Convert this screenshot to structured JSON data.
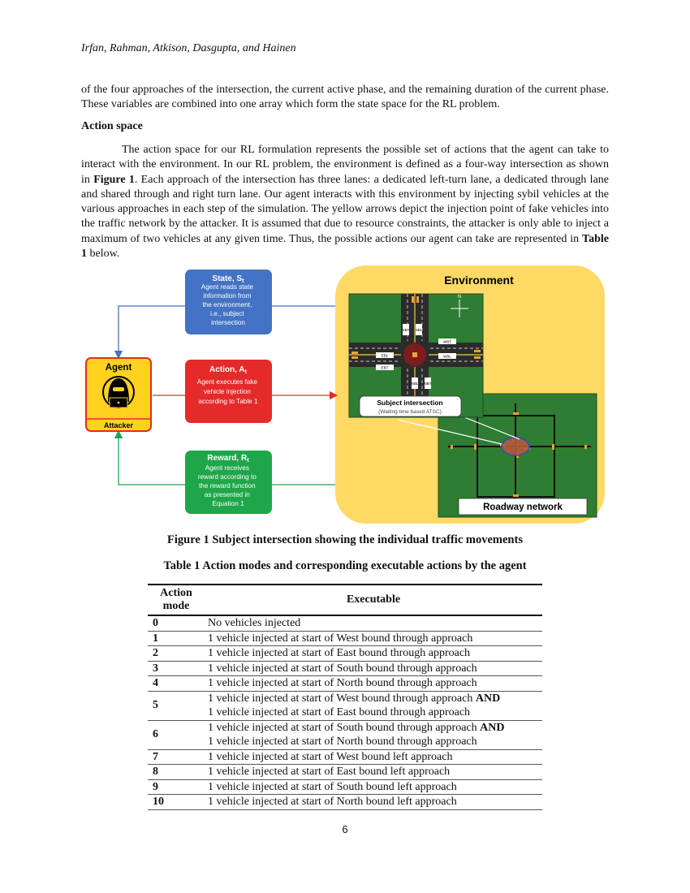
{
  "header": {
    "authors": "Irfan, Rahman, Atkison, Dasgupta, and Hainen"
  },
  "intro_paragraph": "of the four approaches of the intersection, the current active phase, and the remaining duration of the current phase. These variables are combined into one array which form the state space for the RL problem.",
  "section_heading": "Action space",
  "body_paragraph": {
    "part1": "The action space for our RL formulation represents the possible set of actions that the agent can take to interact with the environment. In our RL problem, the environment is defined as a four-way intersection as shown in ",
    "fig_ref": "Figure 1",
    "part2": ". Each approach of the intersection has three lanes: a dedicated left-turn lane, a dedicated through lane and shared through and right turn lane. Our agent interacts with this environment by injecting sybil vehicles at the various approaches in each step of the simulation. The yellow arrows depict the injection point of fake vehicles into the traffic network by the attacker. It is assumed that due to resource constraints, the attacker is only able to inject a maximum of two vehicles at any given time. Thus, the possible actions our agent can take are represented in ",
    "table_ref": "Table 1",
    "part3": " below."
  },
  "figure": {
    "state_box": {
      "title": "State, S",
      "sub": "t",
      "lines": [
        "Agent reads state",
        "information from",
        "the environment,",
        "i.e., subject",
        "intersection"
      ]
    },
    "action_box": {
      "title": "Action, A",
      "sub": "t",
      "lines": [
        "Agent executes fake",
        "vehicle injection",
        "according to Table 1"
      ]
    },
    "reward_box": {
      "title": "Reward, R",
      "sub": "t",
      "lines": [
        "Agent receives",
        "reward according to",
        "the reward function",
        "as presented in",
        "Equation 1"
      ]
    },
    "agent_box": {
      "title": "Agent",
      "footer": "Attacker"
    },
    "environment_label": "Environment",
    "subject_intersection": {
      "title": "Subject intersection",
      "subtitle": "(Waiting time based ATSC)"
    },
    "roadway_network_label": "Roadway network",
    "compass_north": "N",
    "lane_tags": [
      "SBT",
      "SBL",
      "WBT",
      "WBL",
      "EBL",
      "EBT",
      "NBL",
      "NBT"
    ],
    "colors": {
      "state": "#4472c4",
      "action": "#e52a2a",
      "reward": "#1fa64a",
      "agent": "#ffd21f",
      "environment": "#ffd966",
      "grass": "#2f7d32"
    }
  },
  "figure_caption": "Figure 1 Subject intersection showing the individual traffic movements",
  "table_caption": "Table 1 Action modes and corresponding executable actions by the agent",
  "table": {
    "headers": {
      "mode": "Action mode",
      "executable": "Executable"
    },
    "rows": [
      {
        "mode": "0",
        "lines": [
          "No vehicles injected"
        ]
      },
      {
        "mode": "1",
        "lines": [
          "1 vehicle injected at start of West bound through approach"
        ]
      },
      {
        "mode": "2",
        "lines": [
          "1 vehicle injected at start of East bound through approach"
        ]
      },
      {
        "mode": "3",
        "lines": [
          "1 vehicle injected at start of South bound through approach"
        ]
      },
      {
        "mode": "4",
        "lines": [
          "1 vehicle injected at start of North bound through approach"
        ]
      },
      {
        "mode": "5",
        "lines": [
          "1 vehicle injected at start of West bound through approach",
          "1 vehicle injected at start of East bound through approach"
        ],
        "joiner": "AND"
      },
      {
        "mode": "6",
        "lines": [
          "1 vehicle injected at start of South bound through approach",
          "1 vehicle injected at start of North bound through approach"
        ],
        "joiner": "AND"
      },
      {
        "mode": "7",
        "lines": [
          "1 vehicle injected at start of West bound left approach"
        ]
      },
      {
        "mode": "8",
        "lines": [
          "1 vehicle injected at start of East bound left approach"
        ]
      },
      {
        "mode": "9",
        "lines": [
          "1 vehicle injected at start of South bound left approach"
        ]
      },
      {
        "mode": "10",
        "lines": [
          "1 vehicle injected at start of North bound left approach"
        ]
      }
    ]
  },
  "page_number": "6"
}
